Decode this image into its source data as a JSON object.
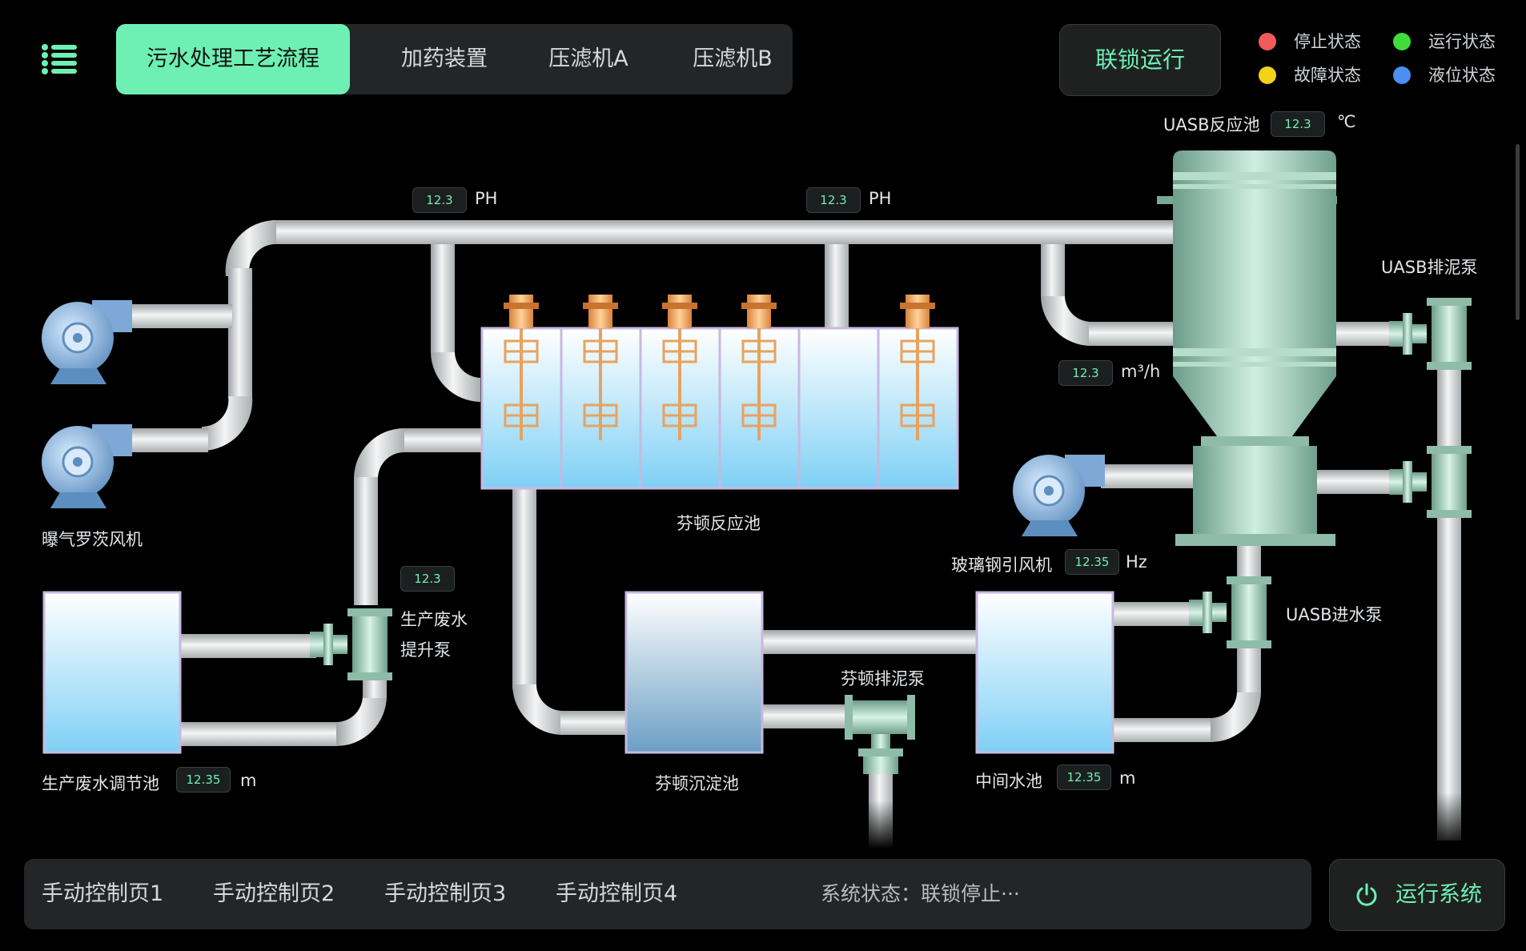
{
  "nav": {
    "tabs": [
      {
        "label": "污水处理工艺流程",
        "active": true
      },
      {
        "label": "加药装置",
        "active": false
      },
      {
        "label": "压滤机A",
        "active": false
      },
      {
        "label": "压滤机B",
        "active": false
      }
    ],
    "interlock_button": "联锁运行"
  },
  "legend": [
    {
      "label": "停止状态",
      "color": "#f25a5a"
    },
    {
      "label": "运行状态",
      "color": "#3fdc3a"
    },
    {
      "label": "故障状态",
      "color": "#f2d21b"
    },
    {
      "label": "液位状态",
      "color": "#4d8ef2"
    }
  ],
  "process": {
    "uasb_reactor": {
      "label": "UASB反应池",
      "temp": "12.3",
      "unit": "℃"
    },
    "ph1": {
      "value": "12.3",
      "unit": "PH"
    },
    "ph2": {
      "value": "12.3",
      "unit": "PH"
    },
    "uasb_sludge_pump": {
      "label": "UASB排泥泵"
    },
    "flow": {
      "value": "12.3",
      "unit": "m³/h"
    },
    "aeration_blower": {
      "label": "曝气罗茨风机"
    },
    "fenton_reactor": {
      "label": "芬顿反应池"
    },
    "frp_fan": {
      "label": "玻璃钢引风机",
      "value": "12.35",
      "unit": "Hz"
    },
    "lift_pump": {
      "label_line1": "生产废水",
      "label_line2": "提升泵",
      "value": "12.3"
    },
    "uasb_inlet_pump": {
      "label": "UASB进水泵"
    },
    "fenton_sludge_pump": {
      "label": "芬顿排泥泵"
    },
    "regulating_tank": {
      "label": "生产废水调节池",
      "value": "12.35",
      "unit": "m"
    },
    "fenton_settling": {
      "label": "芬顿沉淀池"
    },
    "middle_tank": {
      "label": "中间水池",
      "value": "12.35",
      "unit": "m"
    }
  },
  "bottom": {
    "tabs": [
      "手动控制页1",
      "手动控制页2",
      "手动控制页3",
      "手动控制页4"
    ],
    "status": "系统状态：联锁停止···",
    "run_button": "运行系统"
  }
}
